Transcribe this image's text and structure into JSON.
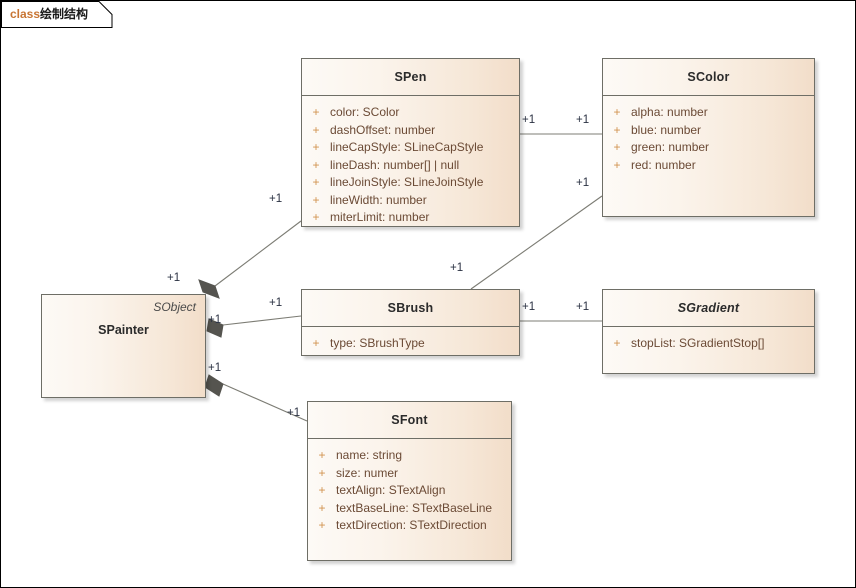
{
  "diagram": {
    "frame": {
      "keyword": "class",
      "name": "绘制结构"
    },
    "colors": {
      "box_border": "#6e6e66",
      "box_fill_light": "#fdfaf6",
      "box_fill_dark": "#f2ddc9",
      "attr_text": "#6b4a35",
      "visibility": "#d1924e",
      "class_name": "#2b2b2b",
      "connector": "#7c7c74",
      "diamond": "#55544f",
      "multiplicity": "#2a3142",
      "frame_keyword": "#c87533",
      "canvas_border": "#000000"
    },
    "classes": [
      {
        "id": "spen",
        "name": "SPen",
        "abstract": false,
        "stereotype": null,
        "attributes": [
          {
            "visibility": "+",
            "text": "color: SColor"
          },
          {
            "visibility": "+",
            "text": "dashOffset: number"
          },
          {
            "visibility": "+",
            "text": "lineCapStyle: SLineCapStyle"
          },
          {
            "visibility": "+",
            "text": "lineDash: number[] | null"
          },
          {
            "visibility": "+",
            "text": "lineJoinStyle: SLineJoinStyle"
          },
          {
            "visibility": "+",
            "text": "lineWidth: number"
          },
          {
            "visibility": "+",
            "text": "miterLimit: number"
          }
        ]
      },
      {
        "id": "scolor",
        "name": "SColor",
        "abstract": false,
        "stereotype": null,
        "attributes": [
          {
            "visibility": "+",
            "text": "alpha: number"
          },
          {
            "visibility": "+",
            "text": "blue: number"
          },
          {
            "visibility": "+",
            "text": "green: number"
          },
          {
            "visibility": "+",
            "text": "red: number"
          }
        ]
      },
      {
        "id": "spainter",
        "name": "SPainter",
        "abstract": false,
        "stereotype": "SObject",
        "attributes": []
      },
      {
        "id": "sbrush",
        "name": "SBrush",
        "abstract": false,
        "stereotype": null,
        "attributes": [
          {
            "visibility": "+",
            "text": "type: SBrushType"
          }
        ]
      },
      {
        "id": "sgradient",
        "name": "SGradient",
        "abstract": true,
        "stereotype": null,
        "attributes": [
          {
            "visibility": "+",
            "text": "stopList: SGradientStop[]"
          }
        ]
      },
      {
        "id": "sfont",
        "name": "SFont",
        "abstract": false,
        "stereotype": null,
        "attributes": [
          {
            "visibility": "+",
            "text": "name: string"
          },
          {
            "visibility": "+",
            "text": "size: numer"
          },
          {
            "visibility": "+",
            "text": "textAlign: STextAlign"
          },
          {
            "visibility": "+",
            "text": "textBaseLine: STextBaseLine"
          },
          {
            "visibility": "+",
            "text": "textDirection: STextDirection"
          }
        ]
      }
    ],
    "associations": [
      {
        "id": "painter-pen",
        "from": "spainter",
        "to": "spen",
        "from_mult": "+1",
        "to_mult": "+1",
        "from_marker": "composition"
      },
      {
        "id": "painter-brush",
        "from": "spainter",
        "to": "sbrush",
        "from_mult": "+1",
        "to_mult": "+1",
        "from_marker": "composition"
      },
      {
        "id": "painter-font",
        "from": "spainter",
        "to": "sfont",
        "from_mult": "+1",
        "to_mult": "+1",
        "from_marker": "composition"
      },
      {
        "id": "pen-color",
        "from": "spen",
        "to": "scolor",
        "from_mult": "+1",
        "to_mult": "+1",
        "from_marker": "none"
      },
      {
        "id": "brush-color",
        "from": "sbrush",
        "to": "scolor",
        "from_mult": "+1",
        "to_mult": "+1",
        "from_marker": "none"
      },
      {
        "id": "brush-gradient",
        "from": "sbrush",
        "to": "sgradient",
        "from_mult": "+1",
        "to_mult": "+1",
        "from_marker": "none"
      }
    ],
    "multiplicity_labels": [
      {
        "id": "m-pen-left",
        "text": "+1"
      },
      {
        "id": "m-painter-pen",
        "text": "+1"
      },
      {
        "id": "m-pen-right",
        "text": "+1"
      },
      {
        "id": "m-color-left-top",
        "text": "+1"
      },
      {
        "id": "m-color-left-bot",
        "text": "+1"
      },
      {
        "id": "m-brush-topright",
        "text": "+1"
      },
      {
        "id": "m-painter-brush",
        "text": "+1"
      },
      {
        "id": "m-brush-left",
        "text": "+1"
      },
      {
        "id": "m-brush-right",
        "text": "+1"
      },
      {
        "id": "m-gradient-left",
        "text": "+1"
      },
      {
        "id": "m-painter-font",
        "text": "+1"
      },
      {
        "id": "m-font-left",
        "text": "+1"
      }
    ]
  }
}
